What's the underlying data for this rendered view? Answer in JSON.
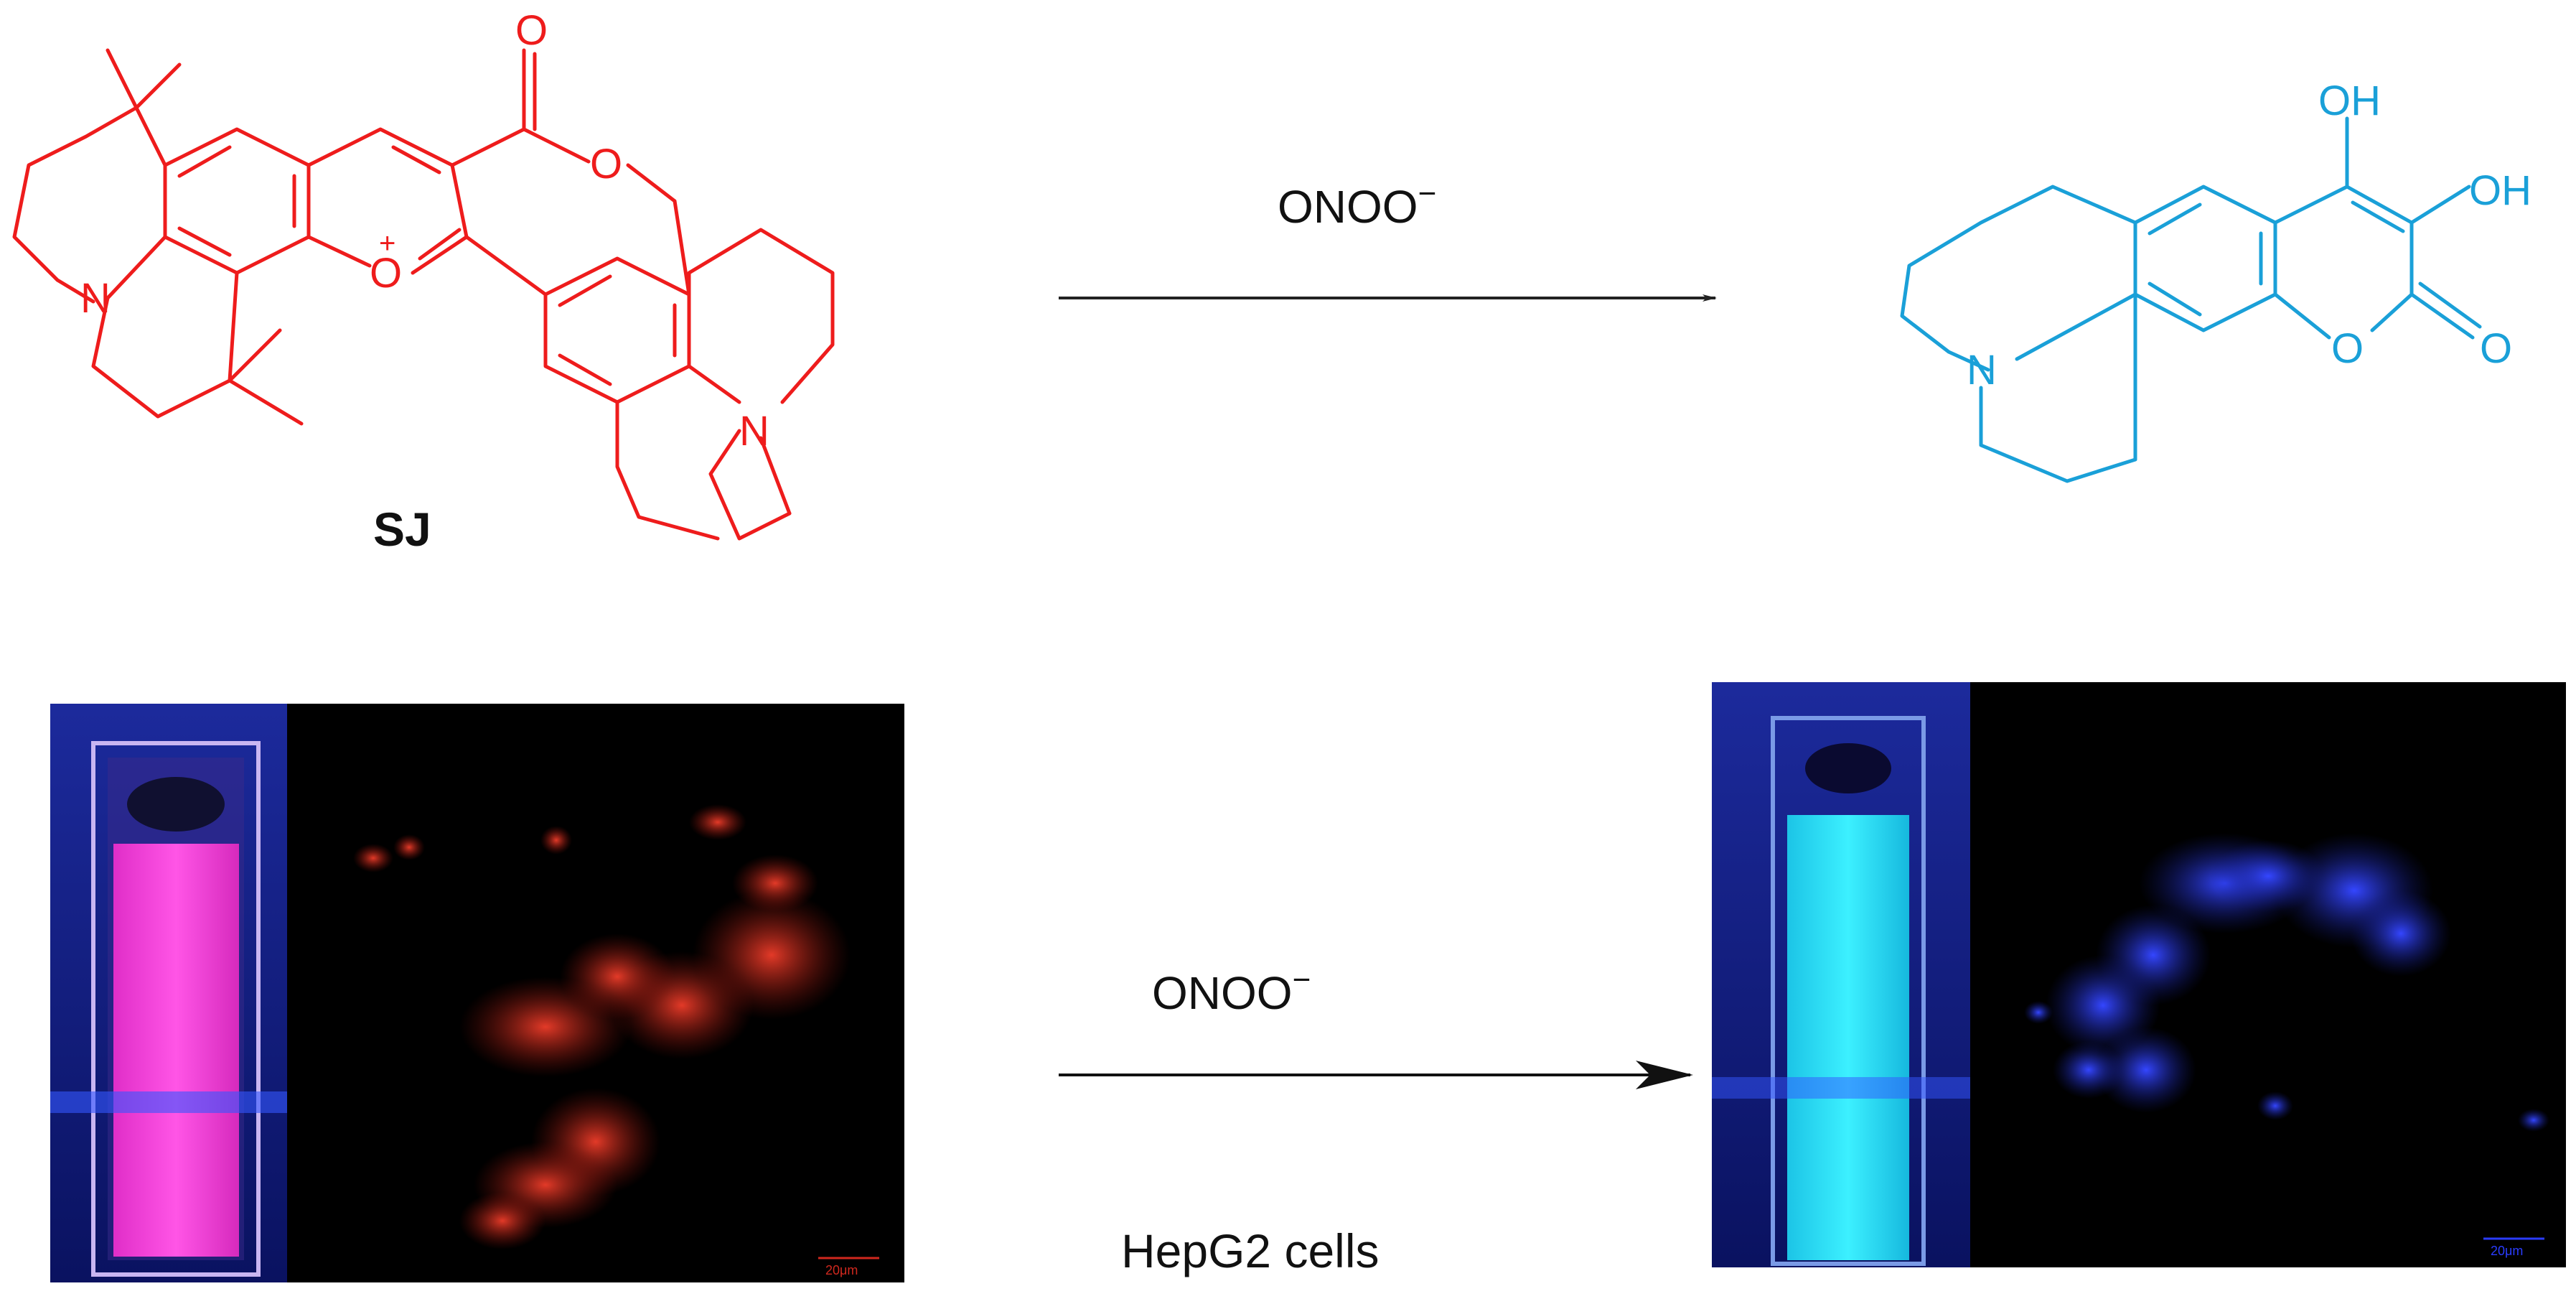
{
  "reactant": {
    "name": "SJ",
    "color": "#ee1c1c",
    "atoms": {
      "oxonium": "O",
      "carbonyl_o": "O",
      "ring_o": "O",
      "n_left": "N",
      "n_right": "N"
    },
    "charge": "+"
  },
  "reaction_top": {
    "reagent": "ONOO",
    "charge": "−"
  },
  "product": {
    "color": "#1aa0d8",
    "atoms": {
      "oh_top": "OH",
      "oh_right": "OH",
      "ring_o": "O",
      "carbonyl_o": "O",
      "n": "N"
    }
  },
  "reaction_bottom": {
    "reagent": "ONOO",
    "charge": "−",
    "condition": "HepG2 cells"
  },
  "photos": {
    "before": {
      "cuvette_color": "#ff3fd8",
      "cell_color": "#d0281e",
      "scale_label": "20μm"
    },
    "after": {
      "cuvette_color": "#28e0f0",
      "cell_color": "#2a3cff",
      "scale_label": "20μm"
    }
  }
}
